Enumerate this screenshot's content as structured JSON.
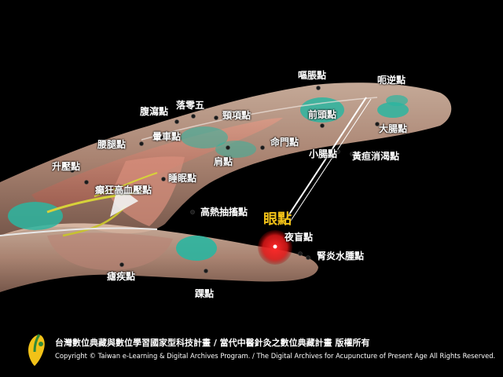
{
  "highlight": {
    "label": "眼點",
    "color": "#f2c218"
  },
  "points": [
    {
      "key": "ou-zhang",
      "label": "嘔脹點"
    },
    {
      "key": "e-ni",
      "label": "呃逆點"
    },
    {
      "key": "luo-ling-wu",
      "label": "落零五"
    },
    {
      "key": "fu-xie",
      "label": "腹瀉點"
    },
    {
      "key": "jing-xiang",
      "label": "頸項點"
    },
    {
      "key": "qian-tou",
      "label": "前頭點"
    },
    {
      "key": "da-chang",
      "label": "大腸點"
    },
    {
      "key": "yun-che",
      "label": "暈車點"
    },
    {
      "key": "yao-tui",
      "label": "腰腿點"
    },
    {
      "key": "ming-men",
      "label": "命門點"
    },
    {
      "key": "xiao-chang",
      "label": "小腸點"
    },
    {
      "key": "huang-dan",
      "label": "黃疸消渴點"
    },
    {
      "key": "jian",
      "label": "肩點"
    },
    {
      "key": "sheng-ya",
      "label": "升壓點"
    },
    {
      "key": "shui-mian",
      "label": "睡眠點"
    },
    {
      "key": "dian-kuang",
      "label": "癲狂高血壓點"
    },
    {
      "key": "gao-re",
      "label": "高熱抽搐點"
    },
    {
      "key": "ye-mang",
      "label": "夜盲點"
    },
    {
      "key": "shen-yan",
      "label": "腎炎水腫點"
    },
    {
      "key": "nue-ji",
      "label": "瘧疾點"
    },
    {
      "key": "huai",
      "label": "踝點"
    }
  ],
  "footer": {
    "line1": "台灣數位典藏與數位學習國家型科技計畫 / 當代中醫針灸之數位典藏計畫 版權所有",
    "line2": "Copyright © Taiwan e-Learning & Digital Archives Program. / The Digital Archives for Acupuncture of Present Age All Rights Reserved.",
    "logo": "taiwan-island-logo"
  },
  "colors": {
    "background": "#000000",
    "muscle": "#c98a72",
    "tendon": "#2bb5a0",
    "spot": "#e02020"
  }
}
